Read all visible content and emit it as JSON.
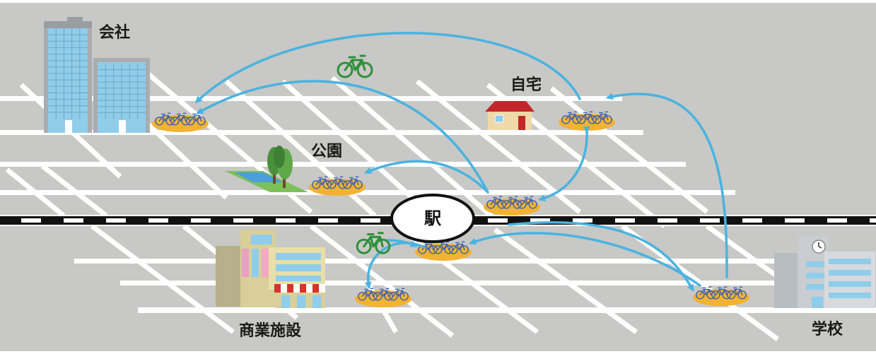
{
  "places": {
    "office": "会社",
    "home": "自宅",
    "park": "公園",
    "station": "駅",
    "commercial": "商業施設",
    "school": "学校"
  },
  "colors": {
    "ground": "#c8c8c6",
    "road": "#ffffff",
    "rail_dark": "#111111",
    "arrow": "#4ab3e0",
    "parking_pad": "#f2b233",
    "bicycle_blue": "#3a5fb0",
    "bicycle_green": "#2f8f3a",
    "building_glass": "#8fcdea",
    "house_roof": "#c2282b",
    "house_wall": "#f0d9a8",
    "park_lawn": "#7cc05a",
    "pond": "#4a9fd8"
  },
  "icons": [
    "office-building-icon",
    "house-icon",
    "park-icon",
    "station-icon",
    "shopping-building-icon",
    "school-building-icon",
    "bicycle-icon",
    "bicycle-parking-icon"
  ]
}
